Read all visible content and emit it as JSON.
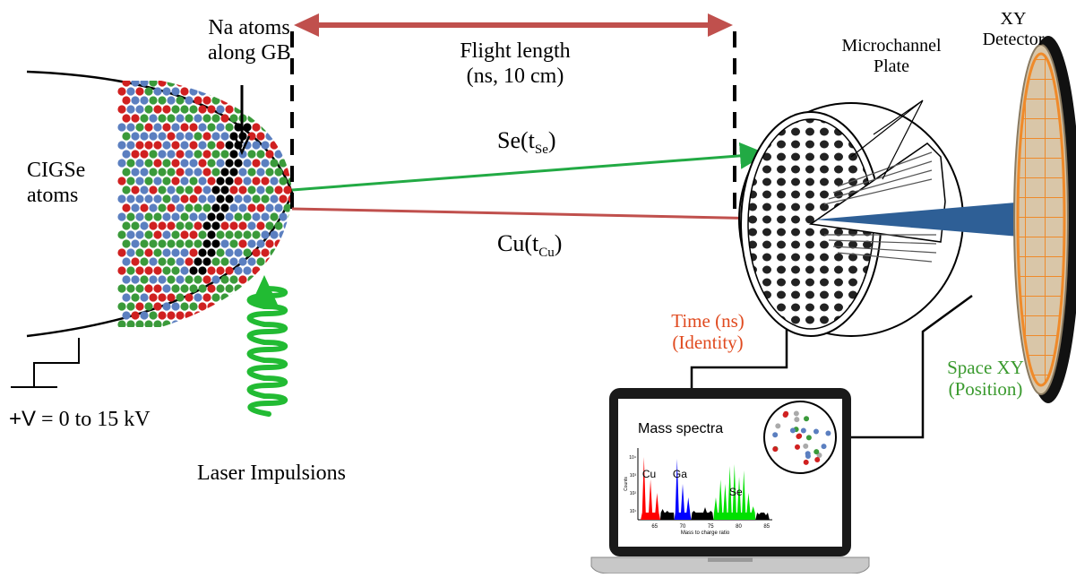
{
  "labels": {
    "na_atoms_line1": "Na atoms",
    "na_atoms_line2": "along GB",
    "cigse_line1": "CIGSe",
    "cigse_line2": "atoms",
    "flight_line1": "Flight length",
    "flight_line2": "(ns, 10 cm)",
    "se_main": "Se(t",
    "se_sub": "Se",
    "se_close": ")",
    "cu_main": "Cu(t",
    "cu_sub": "Cu",
    "cu_close": ")",
    "mcp_line1": "Microchannel",
    "mcp_line2": "Plate",
    "xy_line1": "XY",
    "xy_line2": "Detector",
    "time_line1": "Time (ns)",
    "time_line2": "(Identity)",
    "space_line1": "Space XY",
    "space_line2": "(Position)",
    "voltage_plus_v": "+V",
    "voltage_rest": " = 0 to 15 kV",
    "laser": "Laser Impulsions"
  },
  "laptop": {
    "title": "Mass spectra",
    "peaks": [
      "Cu",
      "Ga",
      "Se"
    ],
    "x_axis_label": "Mass to charge ratio",
    "x_ticks": [
      "65",
      "70",
      "75",
      "80",
      "85"
    ],
    "y_axis_label": "Counts",
    "y_ticks": [
      "10⁴",
      "10³",
      "10²",
      "10¹"
    ]
  },
  "colors": {
    "cu": "#ff0000",
    "ga": "#0000ff",
    "se": "#00e000",
    "ga_atom": "#3a9a3a",
    "in_atom": "#5b7fc0",
    "se_atom": "#d02020",
    "na_atom": "#000000",
    "flight_arrow": "#c0504d",
    "se_arrow": "#22aa44",
    "cu_arrow": "#c0504d",
    "beam": "#2e5f96",
    "laser": "#22bb33"
  }
}
